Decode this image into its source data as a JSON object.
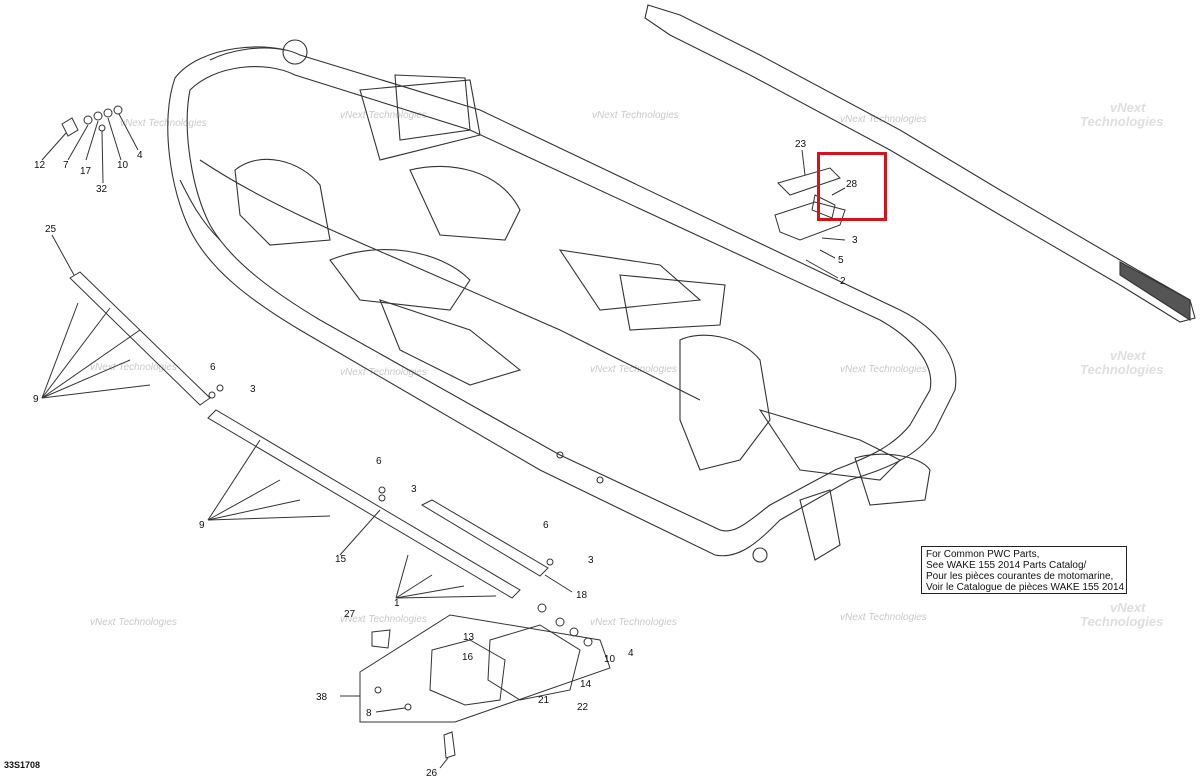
{
  "diagram": {
    "page_code": "33S1708",
    "note_lines": [
      "For Common PWC Parts,",
      "See WAKE 155 2014 Parts Catalog/",
      "Pour les pièces courantes de motomarine,",
      "Voir le Catalogue de pièces WAKE 155 2014"
    ],
    "watermark_line1": "vNext Technologies",
    "watermark_line2": "vNext",
    "watermark_line3": "Technologies",
    "highlight_color": "#d4141c",
    "callouts": {
      "c23": "23",
      "c28": "28",
      "c3a": "3",
      "c5": "5",
      "c2": "2",
      "c12": "12",
      "c7": "7",
      "c17": "17",
      "c10a": "10",
      "c4a": "4",
      "c32": "32",
      "c25": "25",
      "c9a": "9",
      "c6a": "6",
      "c3b": "3",
      "c6b": "6",
      "c3c": "3",
      "c9b": "9",
      "c15": "15",
      "c6c": "6",
      "c3d": "3",
      "c1": "1",
      "c18": "18",
      "c27": "27",
      "c13": "13",
      "c16": "16",
      "c10b": "10",
      "c4b": "4",
      "c14": "14",
      "c38": "38",
      "c8": "8",
      "c21": "21",
      "c22": "22",
      "c26": "26"
    }
  }
}
